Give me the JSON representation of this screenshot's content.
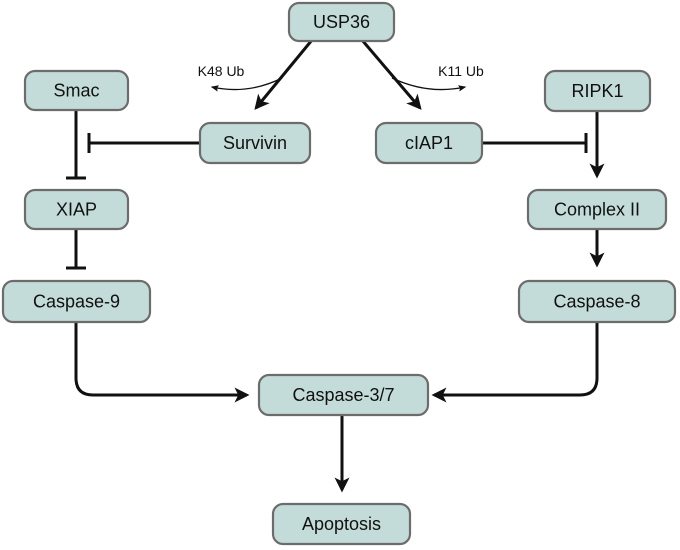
{
  "nodes": {
    "usp36": "USP36",
    "smac": "Smac",
    "survivin": "Survivin",
    "ciap1": "cIAP1",
    "ripk1": "RIPK1",
    "xiap": "XIAP",
    "complex2": "Complex II",
    "caspase9": "Caspase-9",
    "caspase8": "Caspase-8",
    "caspase37": "Caspase-3/7",
    "apoptosis": "Apoptosis"
  },
  "ubiquitination": {
    "k48": "K48 Ub",
    "k11": "K11 Ub"
  },
  "colors": {
    "node_fill": "#c4dcd9",
    "node_stroke": "#6c6c6c",
    "edge": "#111111"
  }
}
